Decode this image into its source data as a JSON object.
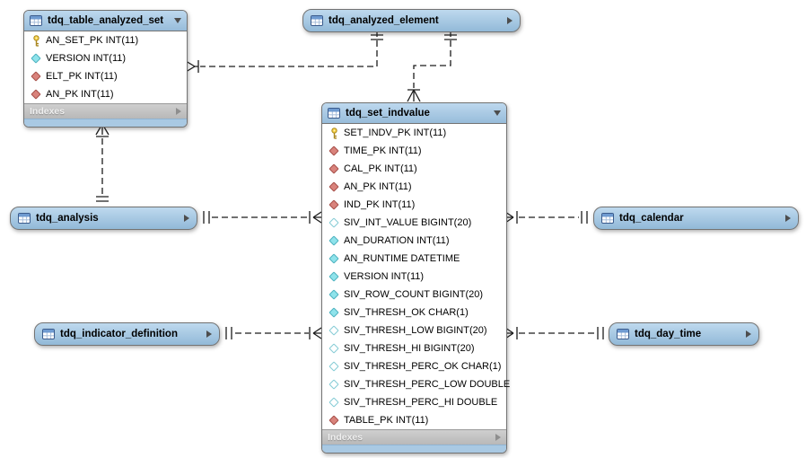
{
  "app": {
    "view": "eer-diagram-canvas"
  },
  "colors": {
    "table_header_blue": "#a9cbe6",
    "table_body_white": "#ffffff",
    "indexes_bar_gray": "#c2c2c2",
    "bottom_bar_blue": "#a9c9e3",
    "pk_icon_gold": "#f2c744",
    "fk_diamond_red": "#d9837c",
    "notnull_diamond_cyan": "#8fe3eb",
    "nullable_diamond_white": "#ffffff",
    "connector_black": "#1c1c1c"
  },
  "icons": {
    "table": "table-grid-icon",
    "primary_key": "key-icon",
    "foreign_key": "red-diamond-icon",
    "not_null": "cyan-diamond-icon",
    "nullable": "cyan-diamond-outline-icon",
    "collapse": "triangle-down-icon",
    "expand": "triangle-right-icon"
  },
  "tables": {
    "tdq_table_analyzed_set": {
      "title": "tdq_table_analyzed_set",
      "state": "expanded",
      "footer_label": "Indexes",
      "columns": [
        {
          "name": "AN_SET_PK INT(11)",
          "key": "primary"
        },
        {
          "name": "VERSION INT(11)",
          "key": "not_null"
        },
        {
          "name": "ELT_PK INT(11)",
          "key": "foreign"
        },
        {
          "name": "AN_PK INT(11)",
          "key": "foreign"
        }
      ]
    },
    "tdq_analyzed_element": {
      "title": "tdq_analyzed_element",
      "state": "collapsed"
    },
    "tdq_set_indvalue": {
      "title": "tdq_set_indvalue",
      "state": "expanded",
      "footer_label": "Indexes",
      "columns": [
        {
          "name": "SET_INDV_PK INT(11)",
          "key": "primary"
        },
        {
          "name": "TIME_PK INT(11)",
          "key": "foreign"
        },
        {
          "name": "CAL_PK INT(11)",
          "key": "foreign"
        },
        {
          "name": "AN_PK INT(11)",
          "key": "foreign"
        },
        {
          "name": "IND_PK INT(11)",
          "key": "foreign"
        },
        {
          "name": "SIV_INT_VALUE BIGINT(20)",
          "key": "nullable"
        },
        {
          "name": "AN_DURATION INT(11)",
          "key": "not_null"
        },
        {
          "name": "AN_RUNTIME DATETIME",
          "key": "not_null"
        },
        {
          "name": "VERSION INT(11)",
          "key": "not_null"
        },
        {
          "name": "SIV_ROW_COUNT BIGINT(20)",
          "key": "not_null"
        },
        {
          "name": "SIV_THRESH_OK CHAR(1)",
          "key": "not_null"
        },
        {
          "name": "SIV_THRESH_LOW BIGINT(20)",
          "key": "nullable"
        },
        {
          "name": "SIV_THRESH_HI BIGINT(20)",
          "key": "nullable"
        },
        {
          "name": "SIV_THRESH_PERC_OK CHAR(1)",
          "key": "nullable"
        },
        {
          "name": "SIV_THRESH_PERC_LOW DOUBLE",
          "key": "nullable"
        },
        {
          "name": "SIV_THRESH_PERC_HI DOUBLE",
          "key": "nullable"
        },
        {
          "name": "TABLE_PK INT(11)",
          "key": "foreign"
        }
      ]
    },
    "tdq_analysis": {
      "title": "tdq_analysis",
      "state": "collapsed"
    },
    "tdq_calendar": {
      "title": "tdq_calendar",
      "state": "collapsed"
    },
    "tdq_indicator_definition": {
      "title": "tdq_indicator_definition",
      "state": "collapsed"
    },
    "tdq_day_time": {
      "title": "tdq_day_time",
      "state": "collapsed"
    }
  },
  "relationships": [
    {
      "one_side": "tdq_analyzed_element",
      "many_side": "tdq_table_analyzed_set",
      "line": "dashed"
    },
    {
      "one_side": "tdq_analyzed_element",
      "many_side": "tdq_set_indvalue",
      "line": "dashed"
    },
    {
      "one_side": "tdq_analysis",
      "many_side": "tdq_table_analyzed_set",
      "line": "dashed"
    },
    {
      "one_side": "tdq_analysis",
      "many_side": "tdq_set_indvalue",
      "line": "dashed"
    },
    {
      "one_side": "tdq_calendar",
      "many_side": "tdq_set_indvalue",
      "line": "dashed"
    },
    {
      "one_side": "tdq_indicator_definition",
      "many_side": "tdq_set_indvalue",
      "line": "dashed"
    },
    {
      "one_side": "tdq_day_time",
      "many_side": "tdq_set_indvalue",
      "line": "dashed"
    }
  ]
}
